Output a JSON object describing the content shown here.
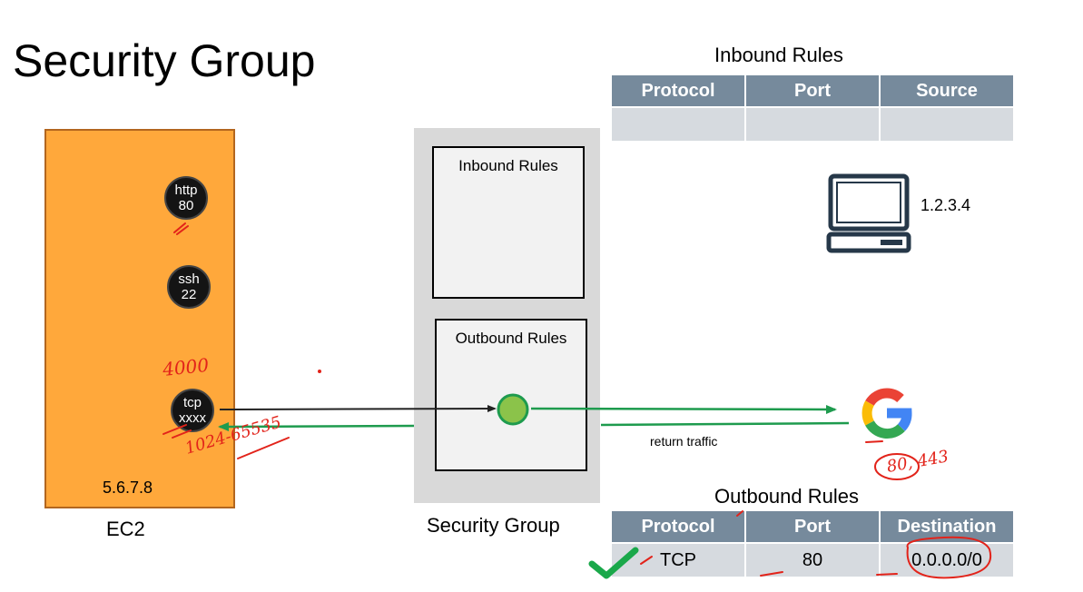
{
  "title": "Security Group",
  "ec2": {
    "label": "EC2",
    "ip": "5.6.7.8",
    "ports": [
      {
        "proto": "http",
        "num": "80"
      },
      {
        "proto": "ssh",
        "num": "22"
      },
      {
        "proto": "tcp",
        "num": "xxxx"
      }
    ]
  },
  "security_group": {
    "label": "Security Group",
    "inbound_box_label": "Inbound Rules",
    "outbound_box_label": "Outbound Rules"
  },
  "inbound_table": {
    "title": "Inbound Rules",
    "headers": [
      "Protocol",
      "Port",
      "Source"
    ],
    "rows": [
      [
        "",
        "",
        ""
      ]
    ]
  },
  "outbound_table": {
    "title": "Outbound Rules",
    "headers": [
      "Protocol",
      "Port",
      "Destination"
    ],
    "rows": [
      [
        "TCP",
        "80",
        "0.0.0.0/0"
      ]
    ]
  },
  "client_ip": "1.2.3.4",
  "return_traffic_label": "return traffic",
  "annotations": {
    "port_4000": "4000",
    "ephemeral_range": "1024-65535",
    "google_ports": "80, 443"
  },
  "colors": {
    "ec2_fill": "#ffa83b",
    "sg_fill": "#d9d9d9",
    "header_fill": "#768a9c",
    "cell_fill": "#d6dadf",
    "traffic_green": "#1e9b4e",
    "ink_red": "#e2231a"
  },
  "icons": [
    "computer-icon",
    "google-logo-icon",
    "checkmark-icon"
  ]
}
